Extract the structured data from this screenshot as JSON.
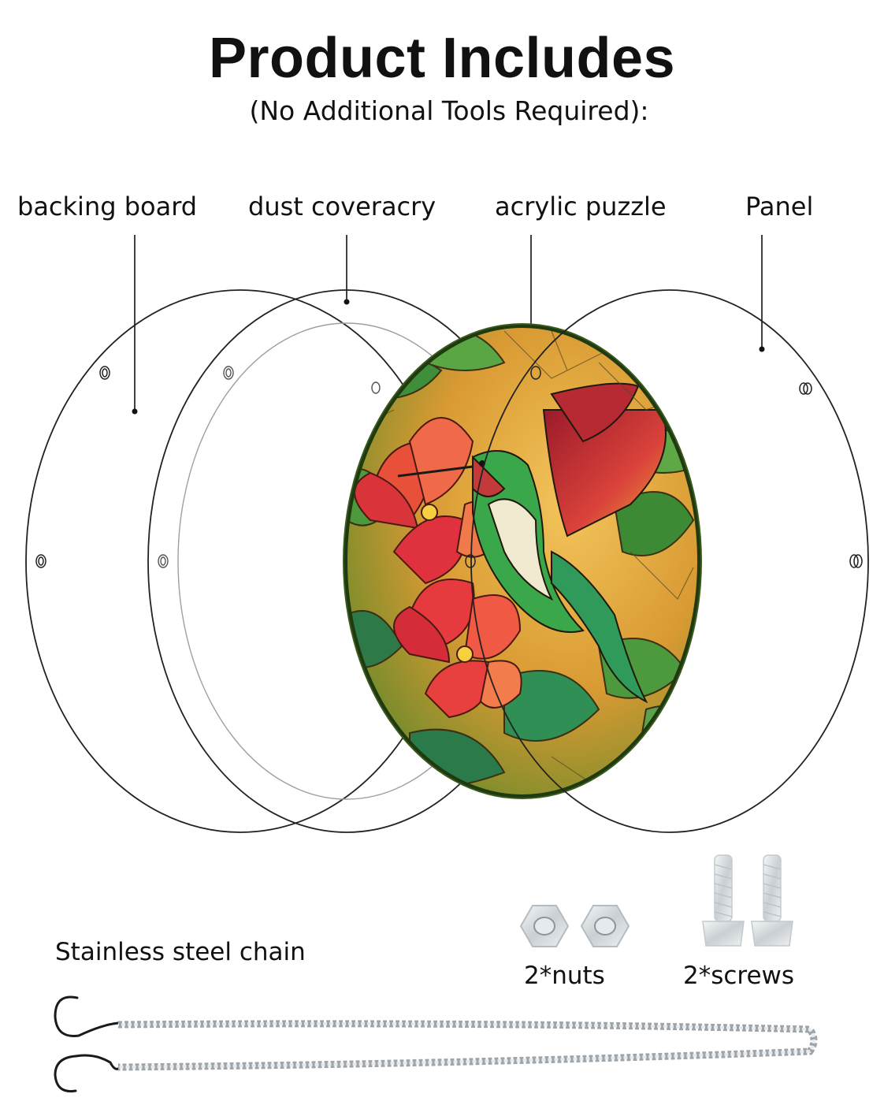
{
  "header": {
    "title": "Product Includes",
    "subtitle": "(No Additional Tools Required):"
  },
  "parts": [
    {
      "label": "backing board"
    },
    {
      "label": "dust coveracry"
    },
    {
      "label": "acrylic puzzle"
    },
    {
      "label": "Panel"
    }
  ],
  "accessories": {
    "chain_label": "Stainless steel chain",
    "nuts_label": "2*nuts",
    "screws_label": "2*screws"
  },
  "colors": {
    "outline": "#111111",
    "puzzle_red": "#e0303a",
    "puzzle_green": "#2f8a3a",
    "puzzle_amber": "#e9a93a"
  }
}
